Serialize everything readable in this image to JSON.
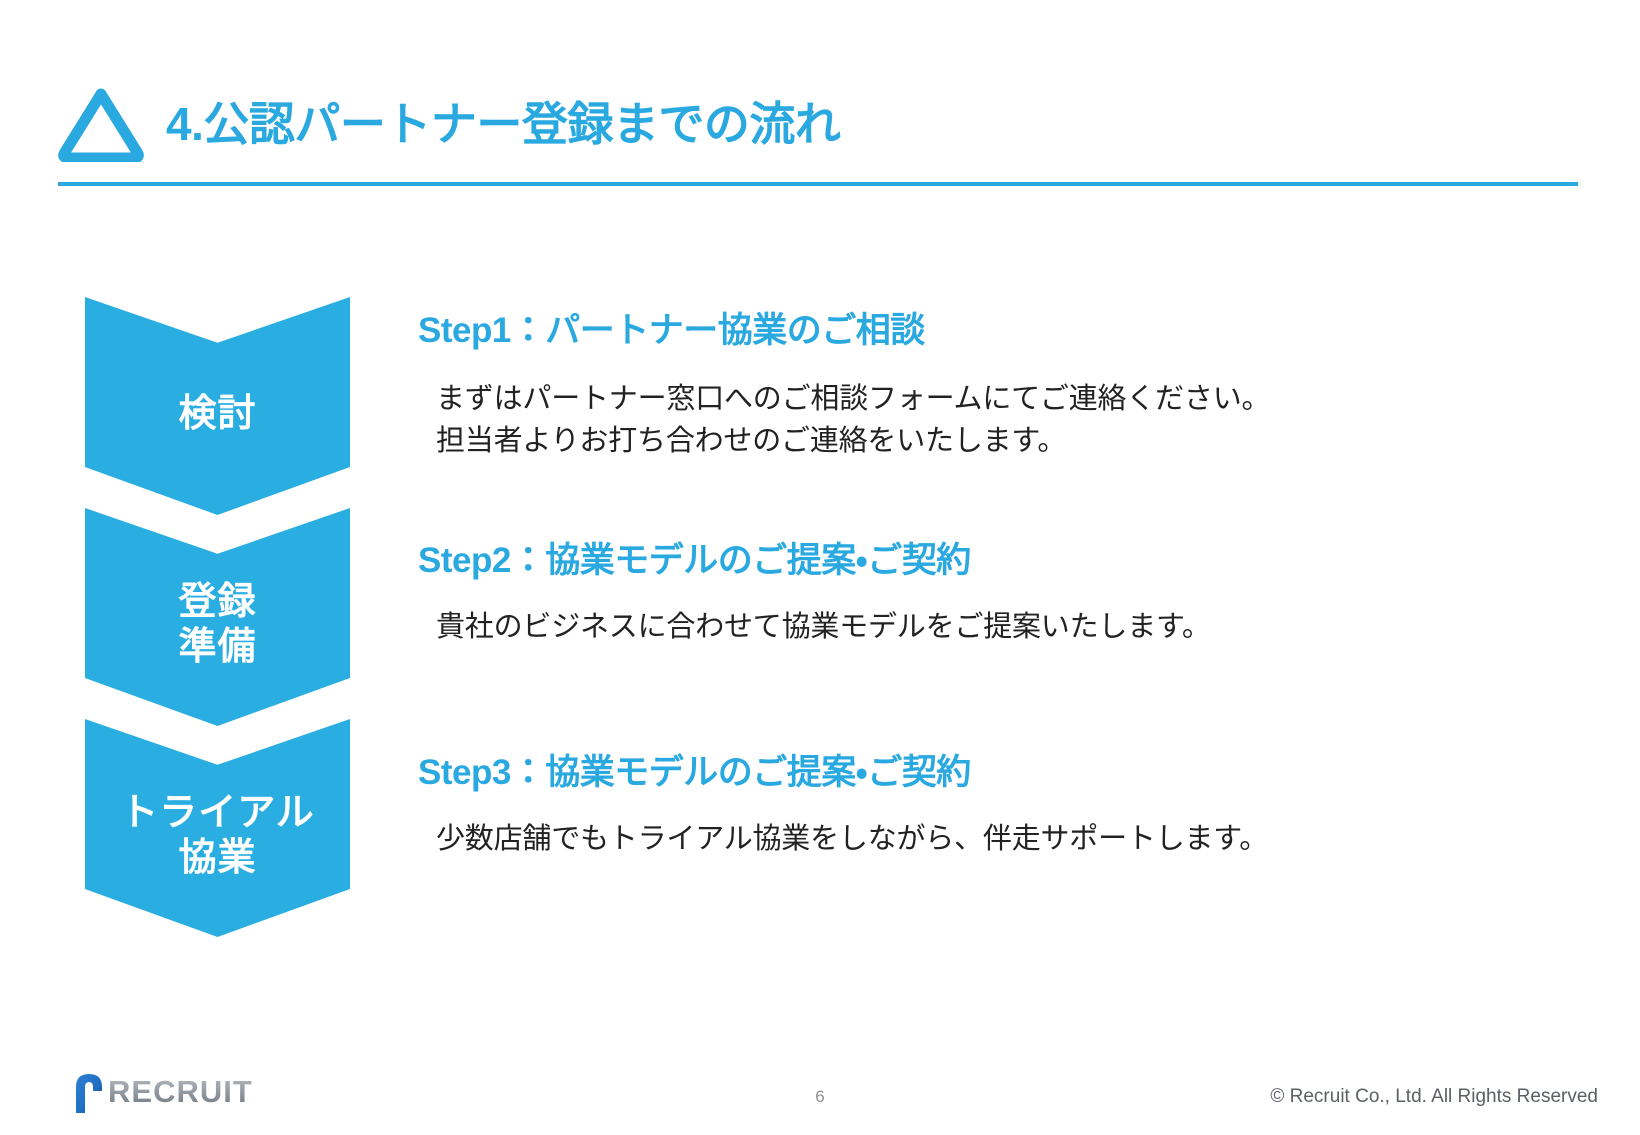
{
  "header": {
    "logo_icon": "rounded-triangle-logo",
    "title": "4.公認パートナー登録までの流れ",
    "accent_color": "#2aa8e0"
  },
  "flow": {
    "stages": [
      {
        "label": "検討"
      },
      {
        "label": "登録\n準備"
      },
      {
        "label": "トライアル\n協業"
      }
    ],
    "fill_color": "#2aaee2"
  },
  "steps": [
    {
      "heading": "Step1：パートナー協業のご相談",
      "body": "まずはパートナー窓口へのご相談フォームにてご連絡ください。\n担当者よりお打ち合わせのご連絡をいたします。"
    },
    {
      "heading": "Step2：協業モデルのご提案・ご契約",
      "body": "貴社のビジネスに合わせて協業モデルをご提案いたします。"
    },
    {
      "heading": "Step3：協業モデルのご提案・ご契約",
      "body": "少数店舗でもトライアル協業をしながら、伴走サポートします。"
    }
  ],
  "footer": {
    "brand_icon": "recruit-hook-icon",
    "brand_name": "RECRUIT",
    "page_number": "6",
    "copyright": "© Recruit Co., Ltd. All Rights Reserved"
  }
}
